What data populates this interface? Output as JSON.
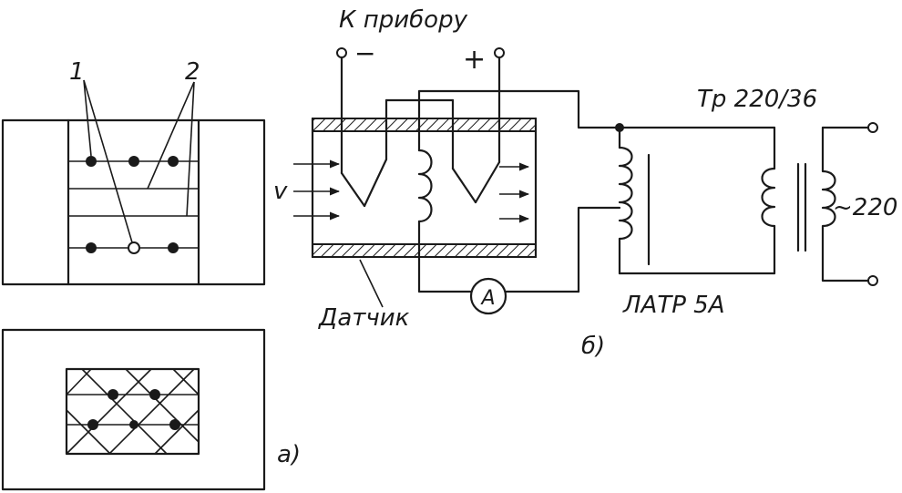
{
  "labels": {
    "marker_1": "1",
    "marker_2": "2",
    "instrument": "К прибору",
    "minus": "−",
    "plus": "+",
    "velocity": "v",
    "sensor": "Датчик",
    "ammeter": "A",
    "latr": "ЛАТР 5А",
    "transformer": "Тр 220/36",
    "mains": "~220",
    "fig_a": "а)",
    "fig_b": "б)"
  }
}
